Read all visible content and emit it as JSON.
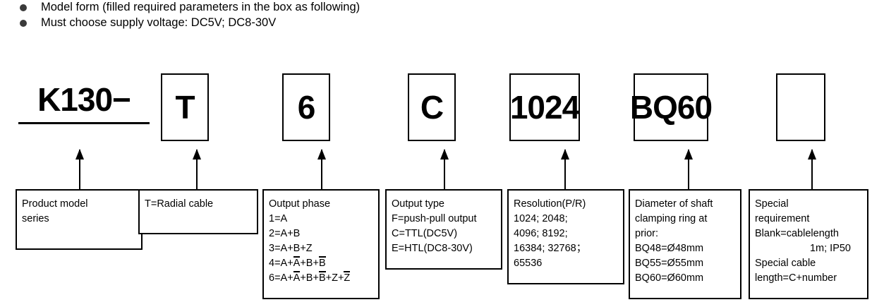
{
  "header": {
    "notes": [
      "Model form (filled required parameters in the box as following)",
      "Must choose supply voltage:  DC5V; DC8-30V"
    ]
  },
  "code_row": {
    "cells": [
      {
        "value": "K130−",
        "style": "underline",
        "name": "code-series"
      },
      {
        "value": "T",
        "style": "box",
        "name": "code-cable-type"
      },
      {
        "value": "6",
        "style": "box",
        "name": "code-output-phase"
      },
      {
        "value": "C",
        "style": "box",
        "name": "code-output-type"
      },
      {
        "value": "1024",
        "style": "box",
        "name": "code-resolution"
      },
      {
        "value": "BQ60",
        "style": "box",
        "name": "code-shaft-diameter"
      },
      {
        "value": "",
        "style": "box",
        "name": "code-special-requirement"
      }
    ]
  },
  "descriptions": [
    {
      "name": "desc-product-model-series",
      "lines": [
        {
          "text": "Product model"
        },
        {
          "text": "series"
        }
      ]
    },
    {
      "name": "desc-cable-type",
      "lines": [
        {
          "text": "T=Radial cable"
        }
      ]
    },
    {
      "name": "desc-output-phase",
      "lines": [
        {
          "text": "Output phase"
        },
        {
          "text": "1=A"
        },
        {
          "text": "2=A+B"
        },
        {
          "text": "3=A+B+Z"
        },
        {
          "parts": [
            {
              "t": "4=A+"
            },
            {
              "t": "A",
              "bar": true
            },
            {
              "t": "+B+"
            },
            {
              "t": "B",
              "bar": true
            }
          ]
        },
        {
          "parts": [
            {
              "t": "6=A+"
            },
            {
              "t": "A",
              "bar": true
            },
            {
              "t": "+B+"
            },
            {
              "t": "B",
              "bar": true
            },
            {
              "t": "+Z+"
            },
            {
              "t": "Z",
              "bar": true
            }
          ]
        }
      ]
    },
    {
      "name": "desc-output-type",
      "lines": [
        {
          "text": "Output type"
        },
        {
          "text": "F=push-pull output"
        },
        {
          "text": "C=TTL(DC5V)"
        },
        {
          "text": "E=HTL(DC8-30V)"
        }
      ]
    },
    {
      "name": "desc-resolution",
      "lines": [
        {
          "text": "Resolution(P/R)"
        },
        {
          "text": "1024;    2048;"
        },
        {
          "text": "4096;    8192;"
        },
        {
          "text": "16384;  32768；"
        },
        {
          "text": "65536"
        }
      ]
    },
    {
      "name": "desc-shaft-diameter",
      "lines": [
        {
          "text": "Diameter of shaft"
        },
        {
          "text": "clamping ring at"
        },
        {
          "text": "prior:"
        },
        {
          "text": "BQ48=Ø48mm"
        },
        {
          "text": "BQ55=Ø55mm"
        },
        {
          "text": "BQ60=Ø60mm"
        }
      ]
    },
    {
      "name": "desc-special-requirement",
      "lines": [
        {
          "text": "Special"
        },
        {
          "text": "requirement"
        },
        {
          "text": "Blank=cablelength"
        },
        {
          "text": "1m; IP50",
          "indent": true
        },
        {
          "text": "Special cable"
        },
        {
          "text": "length=C+number"
        }
      ]
    }
  ]
}
